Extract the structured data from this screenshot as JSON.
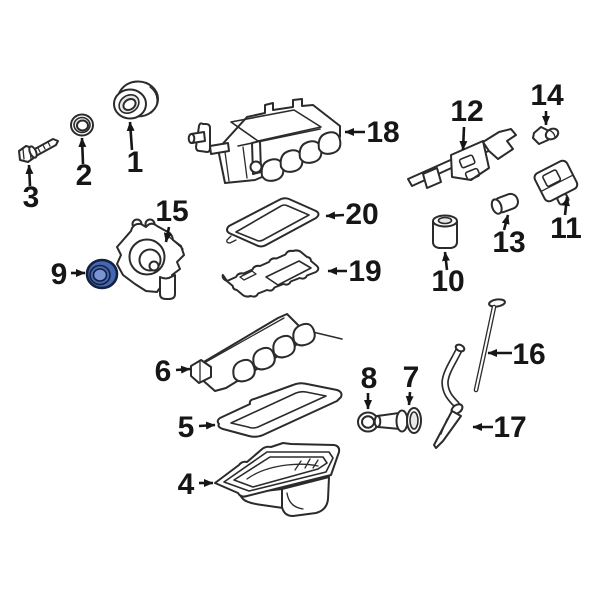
{
  "diagram": {
    "background": "#ffffff",
    "line_color": "#2b2b2b",
    "label_color": "#161616",
    "highlight": {
      "fill": "#4467b0",
      "fill_light": "#7b95d4",
      "outline": "#14203f"
    },
    "highlighted_callout": "9",
    "callouts": [
      {
        "label": "1"
      },
      {
        "label": "2"
      },
      {
        "label": "3"
      },
      {
        "label": "4"
      },
      {
        "label": "5"
      },
      {
        "label": "6"
      },
      {
        "label": "7"
      },
      {
        "label": "8"
      },
      {
        "label": "9"
      },
      {
        "label": "10"
      },
      {
        "label": "11"
      },
      {
        "label": "12"
      },
      {
        "label": "13"
      },
      {
        "label": "14"
      },
      {
        "label": "15"
      },
      {
        "label": "16"
      },
      {
        "label": "17"
      },
      {
        "label": "18"
      },
      {
        "label": "19"
      },
      {
        "label": "20"
      }
    ]
  }
}
